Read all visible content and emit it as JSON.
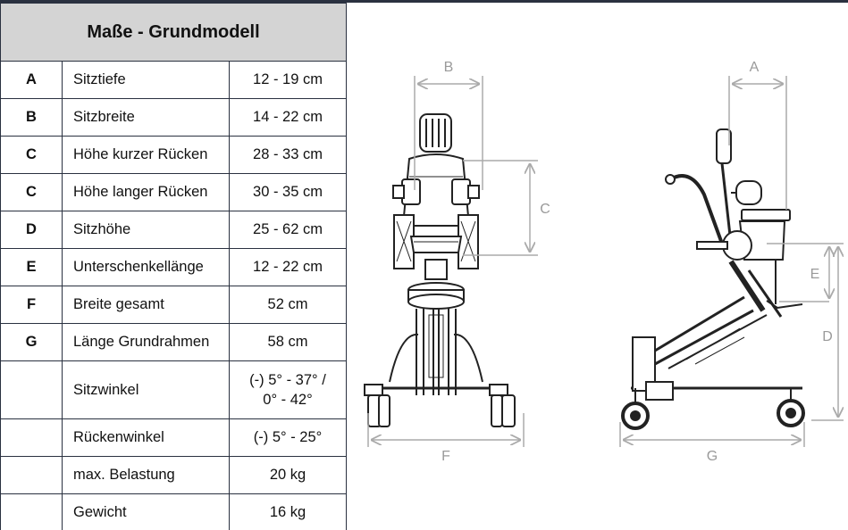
{
  "table": {
    "title": "Maße - Grundmodell",
    "rows": [
      {
        "letter": "A",
        "name": "Sitztiefe",
        "value": "12 - 19 cm"
      },
      {
        "letter": "B",
        "name": "Sitzbreite",
        "value": "14 - 22 cm"
      },
      {
        "letter": "C",
        "name": "Höhe kurzer Rücken",
        "value": "28 - 33 cm"
      },
      {
        "letter": "C",
        "name": "Höhe langer Rücken",
        "value": "30 - 35 cm"
      },
      {
        "letter": "D",
        "name": "Sitzhöhe",
        "value": "25 - 62 cm"
      },
      {
        "letter": "E",
        "name": "Unterschenkellänge",
        "value": "12 - 22 cm"
      },
      {
        "letter": "F",
        "name": "Breite gesamt",
        "value": "52 cm"
      },
      {
        "letter": "G",
        "name": "Länge Grundrahmen",
        "value": "58 cm"
      },
      {
        "letter": "",
        "name": "Sitzwinkel",
        "value_line1": "(-) 5° - 37° /",
        "value_line2": "0° - 42°"
      },
      {
        "letter": "",
        "name": "Rückenwinkel",
        "value": "(-) 5° - 25°"
      },
      {
        "letter": "",
        "name": "max. Belastung",
        "value": "20 kg"
      },
      {
        "letter": "",
        "name": "Gewicht",
        "value": "16 kg"
      }
    ]
  },
  "drawing": {
    "labels": {
      "A": "A",
      "B": "B",
      "C": "C",
      "D": "D",
      "E": "E",
      "F": "F",
      "G": "G"
    }
  }
}
